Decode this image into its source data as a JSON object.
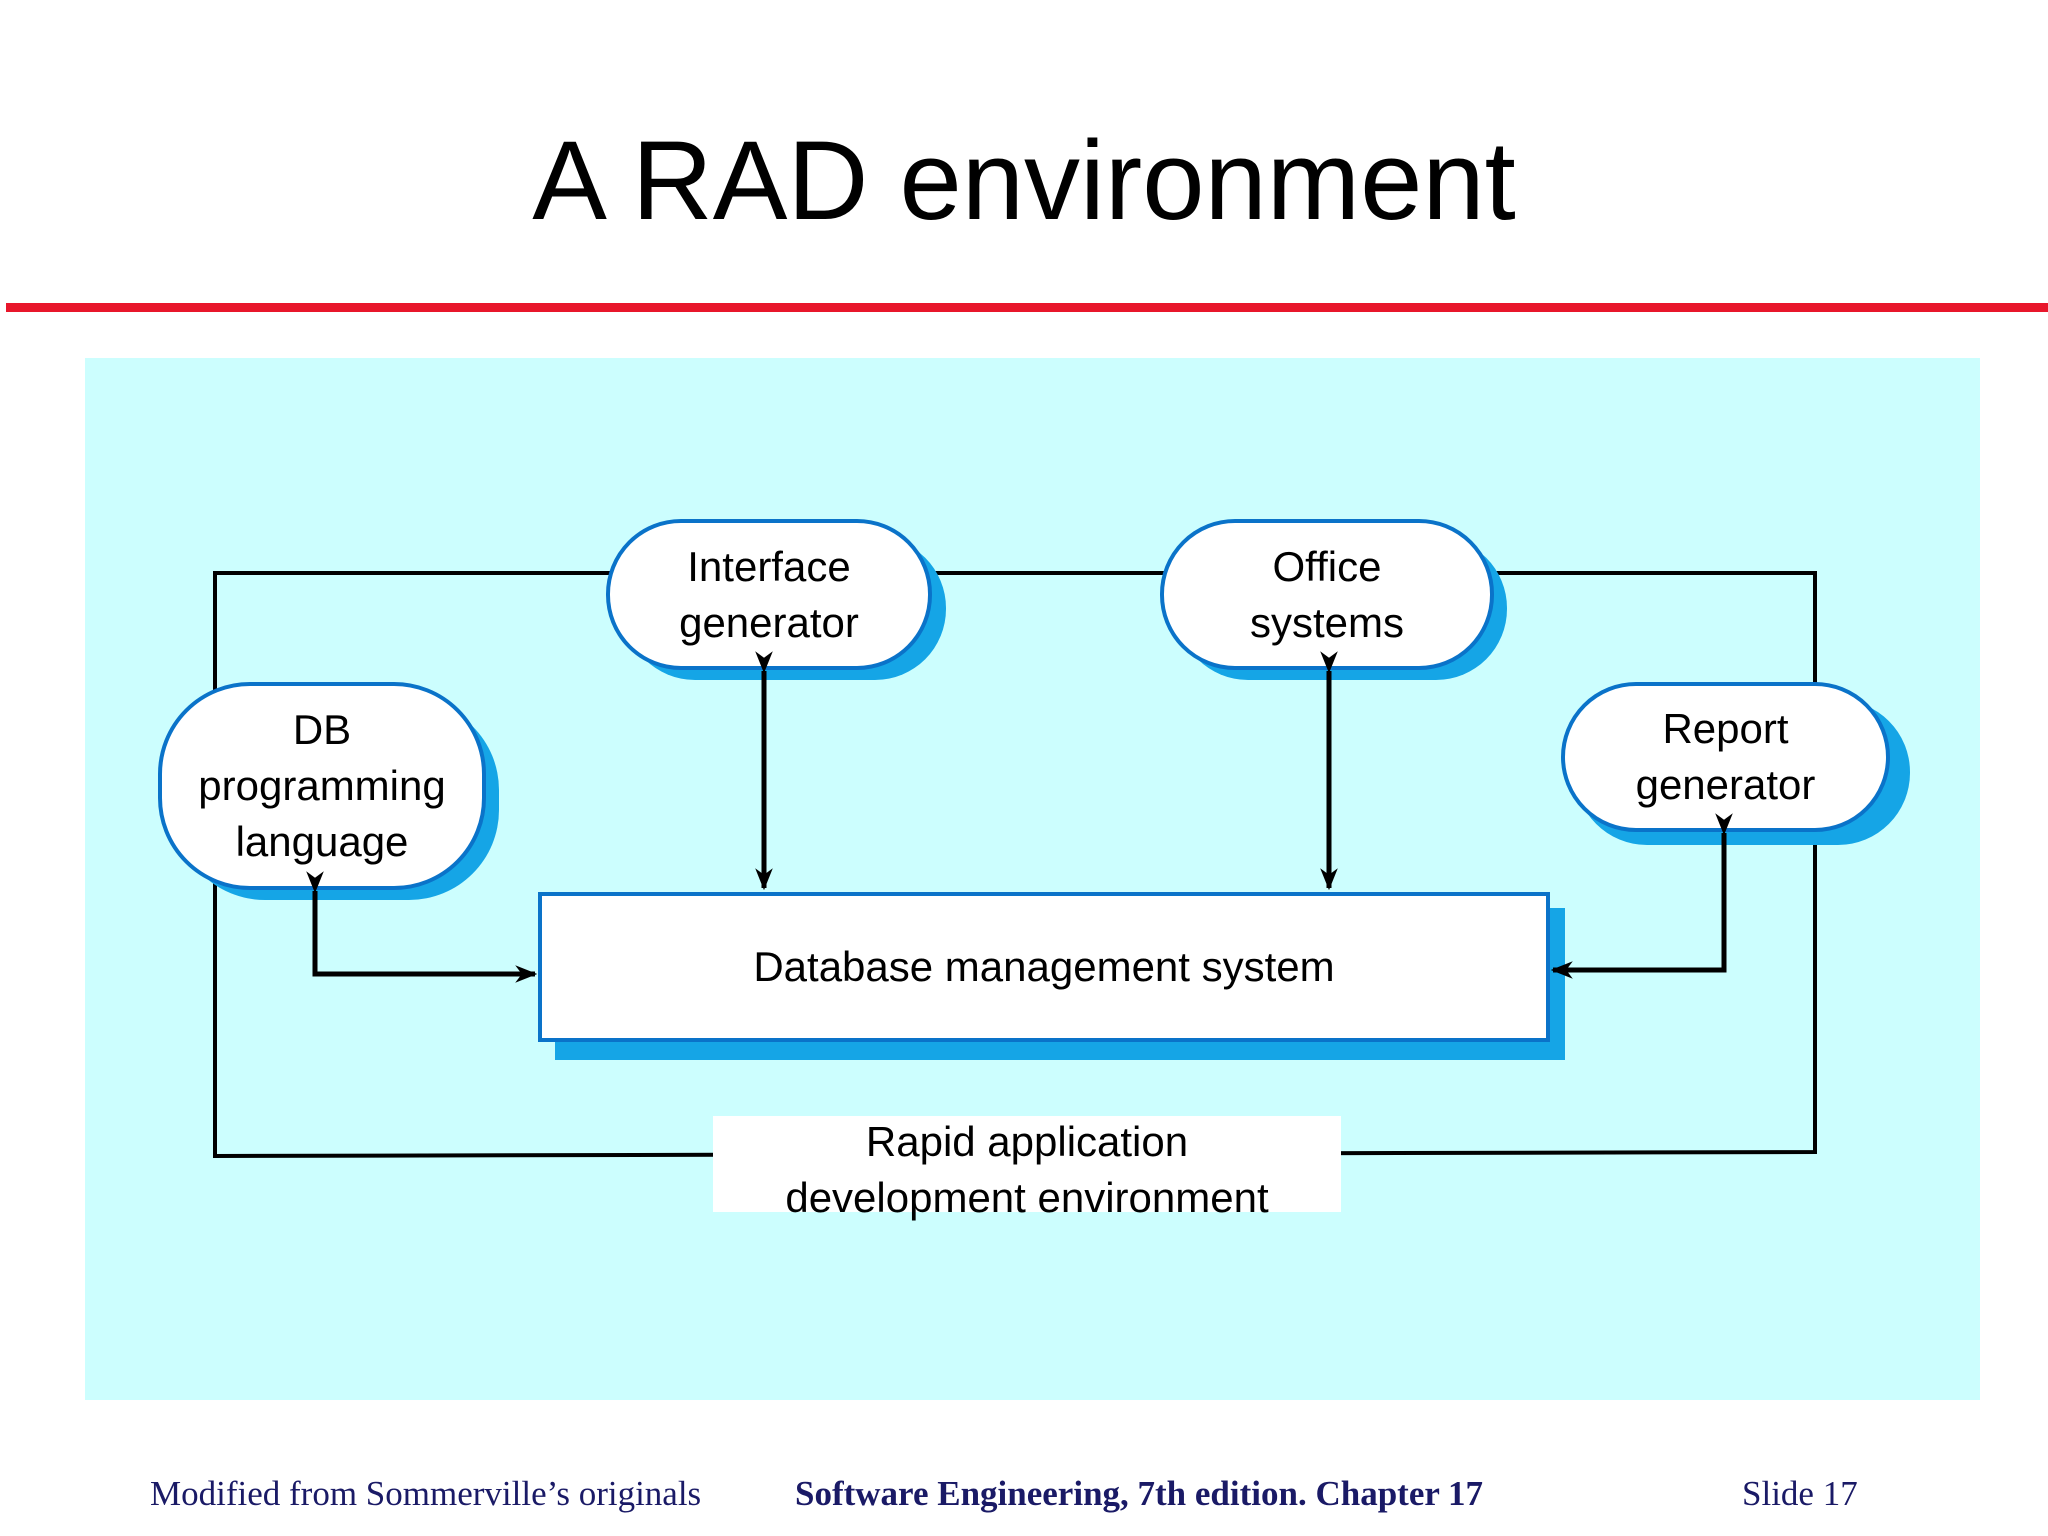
{
  "slide": {
    "title": "A RAD environment",
    "footer_left": "Modified from Sommerville’s originals",
    "footer_center": "Software Engineering, 7th edition. Chapter 17",
    "footer_right": "Slide  17"
  },
  "diagram": {
    "nodes": {
      "interface_generator": "Interface\ngenerator",
      "office_systems": "Office\nsystems",
      "db_programming_language": "DB\nprogramming\nlanguage",
      "report_generator": "Report\ngenerator",
      "dbms": "Database management system"
    },
    "environment_label": "Rapid application\ndevelopment environment",
    "colors": {
      "panel": "#ccfefe",
      "node_border": "#0a73c9",
      "node_shadow": "#15a5e6",
      "rule": "#e8162b",
      "line": "#000000"
    }
  }
}
